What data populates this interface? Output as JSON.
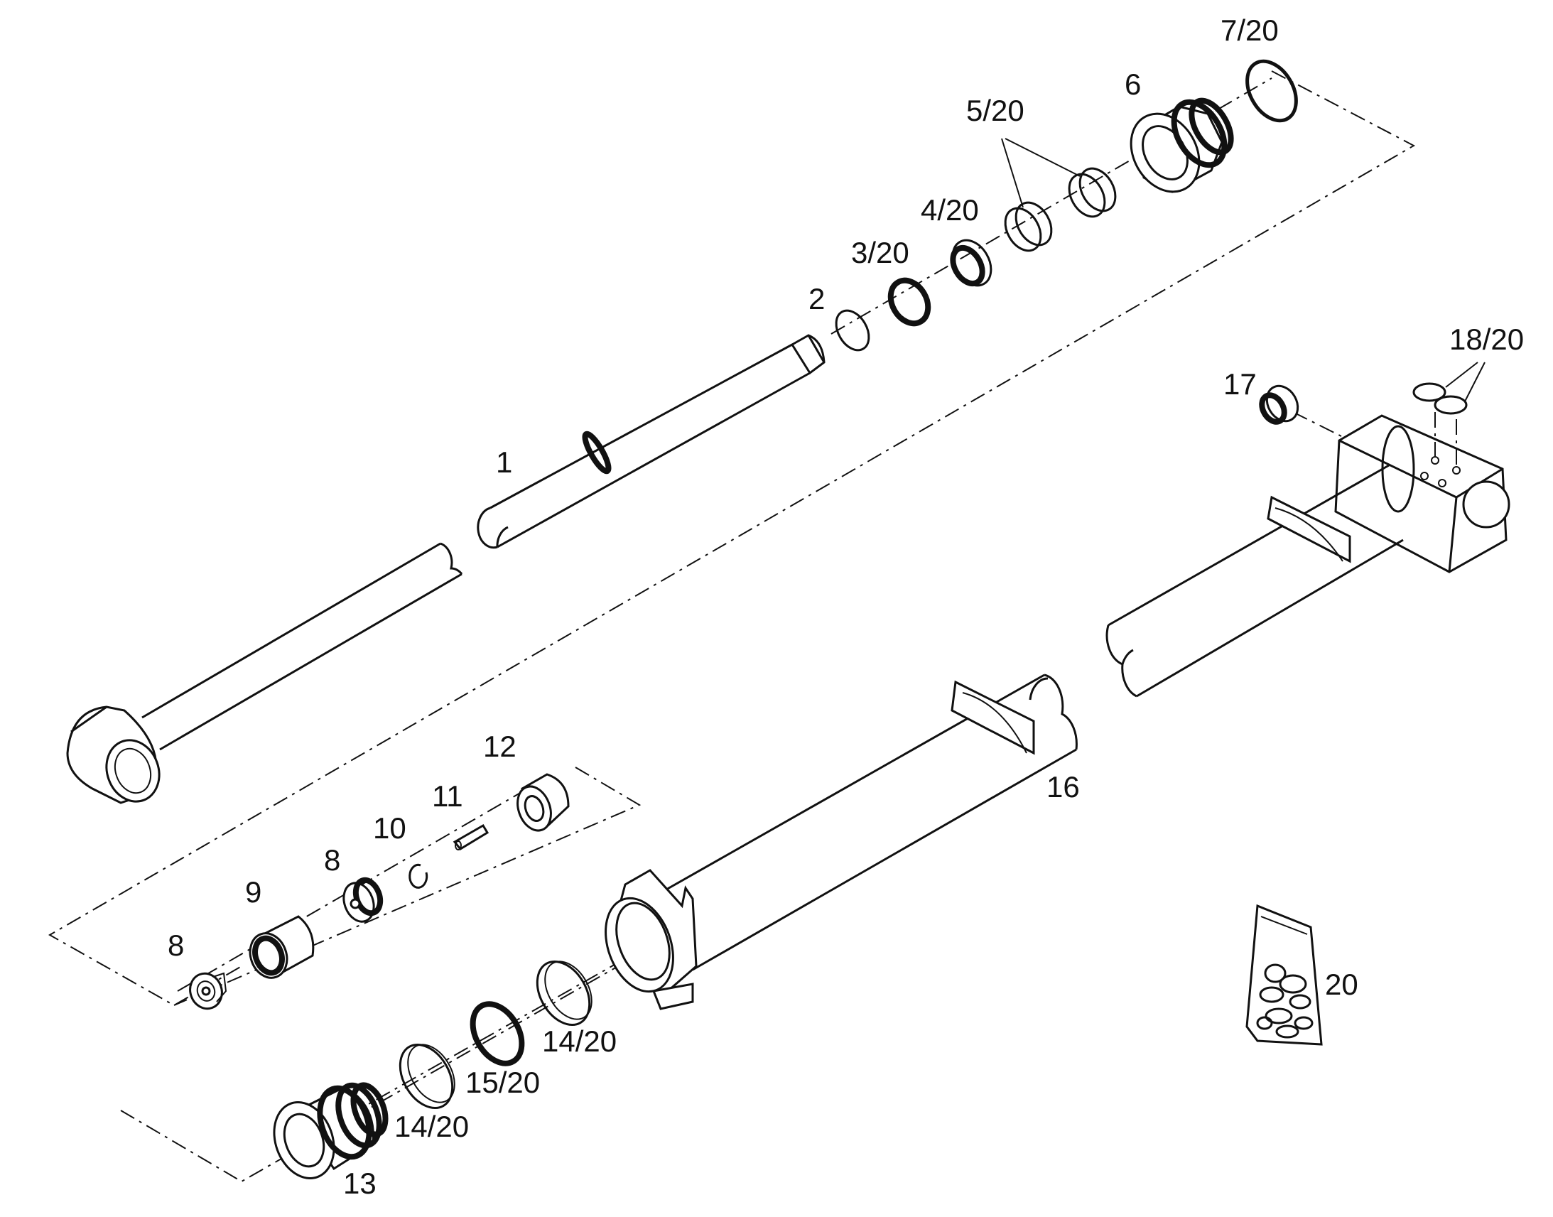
{
  "diagram": {
    "labels": [
      {
        "key": "rod",
        "text": "1"
      },
      {
        "key": "p2",
        "text": "2"
      },
      {
        "key": "p3",
        "text": "3/20"
      },
      {
        "key": "p4",
        "text": "4/20"
      },
      {
        "key": "p5",
        "text": "5/20"
      },
      {
        "key": "p6",
        "text": "6"
      },
      {
        "key": "p7",
        "text": "7/20"
      },
      {
        "key": "p8a",
        "text": "8"
      },
      {
        "key": "p8b",
        "text": "8"
      },
      {
        "key": "p9",
        "text": "9"
      },
      {
        "key": "p10",
        "text": "10"
      },
      {
        "key": "p11",
        "text": "11"
      },
      {
        "key": "p12",
        "text": "12"
      },
      {
        "key": "p13",
        "text": "13"
      },
      {
        "key": "p14a",
        "text": "14/20"
      },
      {
        "key": "p14b",
        "text": "14/20"
      },
      {
        "key": "p15",
        "text": "15/20"
      },
      {
        "key": "p16",
        "text": "16"
      },
      {
        "key": "p17",
        "text": "17"
      },
      {
        "key": "p18",
        "text": "18/20"
      },
      {
        "key": "p20",
        "text": "20"
      }
    ]
  }
}
